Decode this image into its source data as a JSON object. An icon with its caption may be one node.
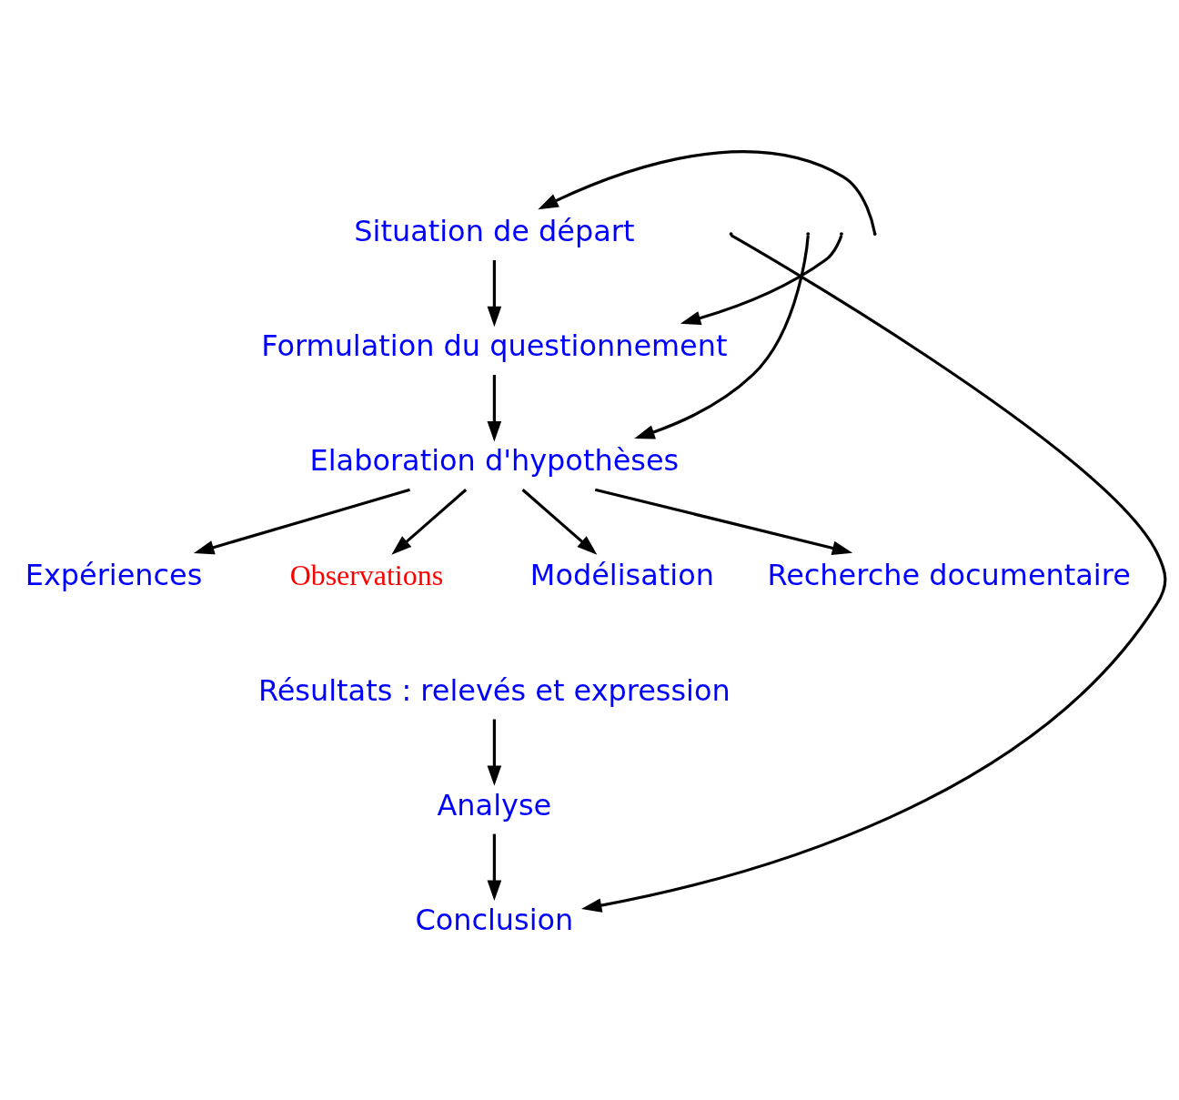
{
  "diagram": {
    "nodes": [
      {
        "text": [
          "Situation de départ"
        ]
      },
      {
        "text": [
          "Formulation du questionnement"
        ]
      },
      {
        "text": [
          "Elaboration d'hypothèses"
        ]
      },
      {
        "text": [
          "Expériences"
        ]
      },
      {
        "text": [
          "Observations"
        ]
      },
      {
        "text": [
          "Modélisation"
        ]
      },
      {
        "text": [
          "Recherche documentaire"
        ]
      },
      {
        "text": [
          "Résultats : relevés et expression"
        ]
      },
      {
        "text": [
          "Analyse"
        ]
      },
      {
        "text": [
          "Conclusion"
        ]
      }
    ],
    "edges": [
      {
        "from": 0,
        "to": 1,
        "arrow": "to"
      },
      {
        "from": 1,
        "to": 2,
        "arrow": "to"
      },
      {
        "from": 2,
        "to": 3,
        "arrow": "to"
      },
      {
        "from": 2,
        "to": 4,
        "arrow": "to"
      },
      {
        "from": 2,
        "to": 5,
        "arrow": "to"
      },
      {
        "from": 2,
        "to": 6,
        "arrow": "to"
      },
      {
        "from": 7,
        "to": 8,
        "arrow": "to"
      },
      {
        "from": 8,
        "to": 9,
        "arrow": "to"
      },
      {
        "from": null,
        "to": 0,
        "arrow": "to"
      },
      {
        "from": null,
        "to": 1,
        "arrow": "to"
      },
      {
        "from": null,
        "to": 2,
        "arrow": "to"
      },
      {
        "from": null,
        "to": 9,
        "arrow": "to"
      }
    ]
  }
}
